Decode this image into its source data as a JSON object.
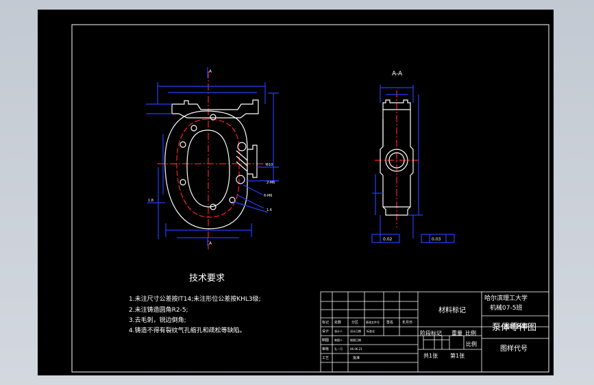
{
  "tech_requirements": {
    "title": "技术要求",
    "items": [
      "1.未注尺寸公差按IT14;未注形位公差按KHL3级;",
      "2.未注铸造圆角R2-5;",
      "3.去毛刺，锐边倒角;",
      "4.铸造不得有裂纹气孔缩孔和疏松等缺陷。"
    ]
  },
  "section_label": "A-A",
  "title_block": {
    "material_mark": "材料标记",
    "school": "哈尔滨理工大学",
    "class": "机械07-5班",
    "drawing_name": "泵体零件图",
    "drawing_name_overlay": "图样名称",
    "drawing_code": "图样代号",
    "stage_mark": "阶段标记",
    "weight": "重量",
    "scale": "比例",
    "scale2": "比例",
    "sheets_total": "共1张",
    "sheet_no": "第1张",
    "row_labels": [
      "标记",
      "设计",
      "制图",
      "审核",
      "工艺"
    ],
    "hdr_cols": [
      "处数",
      "分区",
      "更改文件号",
      "签名",
      "年月日"
    ],
    "design_extra": [
      "张计人",
      "设计日期",
      "标准化"
    ],
    "draw_extra": [
      "制图人",
      "制图日期"
    ],
    "review_extra": [
      "孔一可",
      "06.06.21"
    ],
    "approve": "批准"
  },
  "dimension_labels": {
    "datum_A_top": "A",
    "datum_A_bottom": "A",
    "dim_left_1": "1.8",
    "dim_right_1": "Φ10",
    "dim_right_2": "2-M6",
    "dim_right_3": "6-M6",
    "dim_right_4": "1.6",
    "gdt_1": "0.02",
    "gdt_2": "0.03"
  },
  "colors": {
    "sheet_bg": "#000000",
    "outline": "#ffffff",
    "dimension": "#0000ff",
    "centerline": "#ff2020"
  }
}
